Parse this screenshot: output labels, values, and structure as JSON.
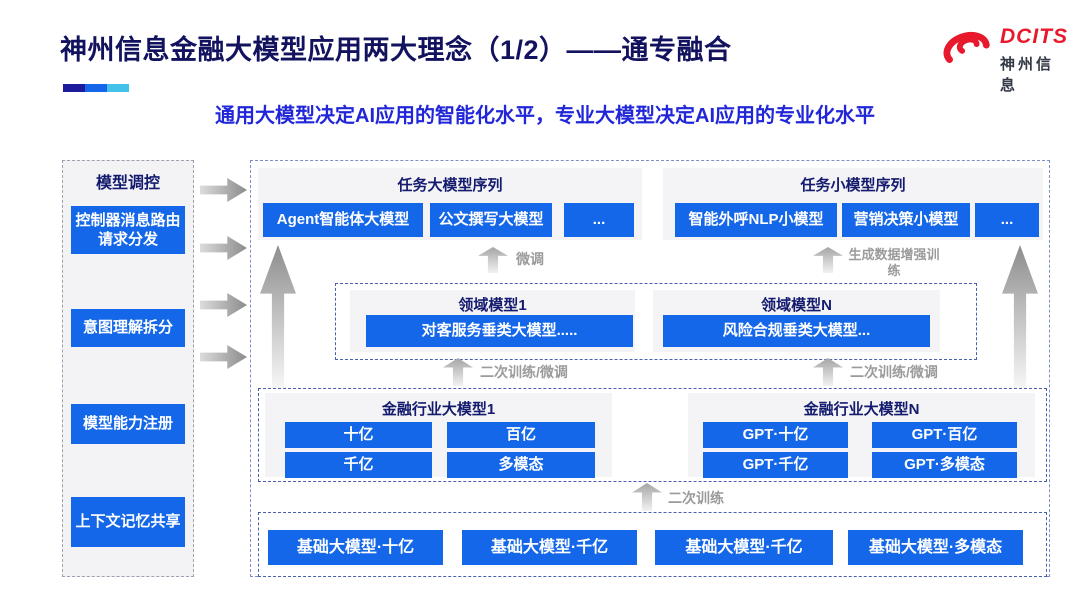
{
  "slide": {
    "title": "神州信息金融大模型应用两大理念（1/2）——通专融合",
    "subtitle": "通用大模型决定AI应用的智能化水平，专业大模型决定AI应用的专业化水平"
  },
  "logo": {
    "brand": "DCITS",
    "brand_cn": "神州信息"
  },
  "colors": {
    "accent_blue": "#1467E8",
    "navy": "#141B6E",
    "subtitle_blue": "#2127D8",
    "logo_red": "#E8192C",
    "title_bar": [
      "#1B1B9B",
      "#1566E8",
      "#45C2EA"
    ]
  },
  "sidebar": {
    "title": "模型调控",
    "items": [
      "控制器消息路由请求分发",
      "意图理解拆分",
      "模型能力注册",
      "上下文记忆共享"
    ]
  },
  "task_large": {
    "title": "任务大模型序列",
    "items": [
      "Agent智能体大模型",
      "公文撰写大模型",
      "..."
    ]
  },
  "task_small": {
    "title": "任务小模型序列",
    "items": [
      "智能外呼NLP小模型",
      "营销决策小模型",
      "..."
    ]
  },
  "domain1": {
    "title": "领域模型1",
    "model": "对客服务垂类大模型....."
  },
  "domainN": {
    "title": "领域模型N",
    "model": "风险合规垂类大模型..."
  },
  "industry1": {
    "title": "金融行业大模型1",
    "items": [
      "十亿",
      "百亿",
      "千亿",
      "多模态"
    ]
  },
  "industryN": {
    "title": "金融行业大模型N",
    "items": [
      "GPT·十亿",
      "GPT·百亿",
      "GPT·千亿",
      "GPT·多模态"
    ]
  },
  "base_models": {
    "items": [
      "基础大模型·十亿",
      "基础大模型·千亿",
      "基础大模型·千亿",
      "基础大模型·多模态"
    ]
  },
  "arrow_labels": {
    "finetune": "微调",
    "augment": "生成数据增强训练",
    "retrain_finetune_left": "二次训练/微调",
    "retrain_finetune_right": "二次训练/微调",
    "retrain": "二次训练"
  }
}
